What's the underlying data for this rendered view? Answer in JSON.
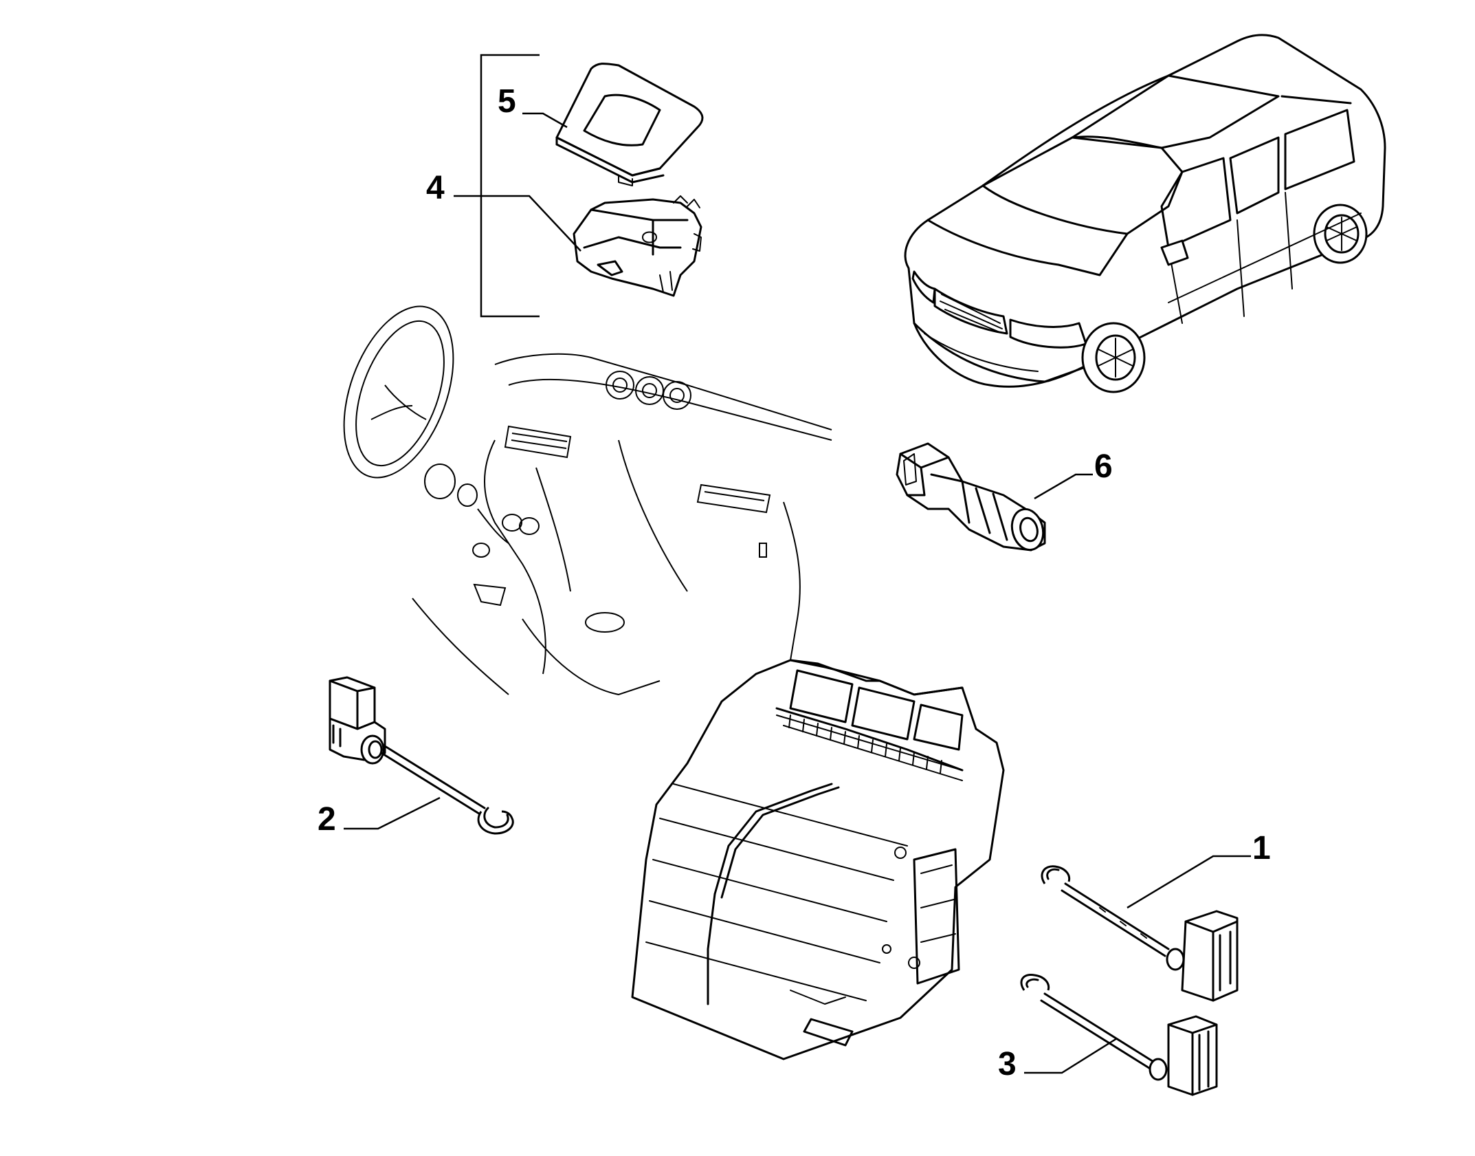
{
  "diagram": {
    "callouts": [
      {
        "id": "1",
        "text": "1"
      },
      {
        "id": "2",
        "text": "2"
      },
      {
        "id": "3",
        "text": "3"
      },
      {
        "id": "4",
        "text": "4"
      },
      {
        "id": "5",
        "text": "5"
      },
      {
        "id": "6",
        "text": "6"
      }
    ],
    "parts": [
      {
        "ref": "1",
        "icon": "temperature-sensor-long-icon"
      },
      {
        "ref": "2",
        "icon": "temperature-sensor-short-icon"
      },
      {
        "ref": "3",
        "icon": "temperature-sensor-icon"
      },
      {
        "ref": "4",
        "icon": "sensor-bracket-icon"
      },
      {
        "ref": "5",
        "icon": "sensor-cover-icon"
      },
      {
        "ref": "6",
        "icon": "sensor-connector-icon"
      }
    ],
    "background_color": "#ffffff",
    "line_color": "#000000"
  }
}
